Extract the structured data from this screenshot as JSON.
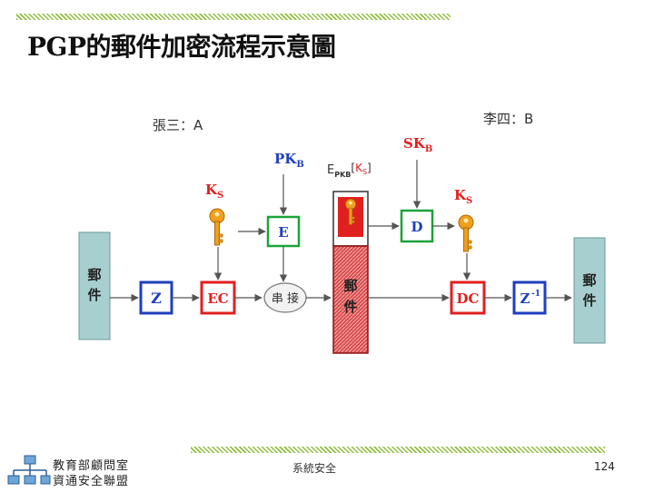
{
  "title": "PGP的郵件加密流程示意圖",
  "sender_label": "張三：A",
  "receiver_label": "李四：B",
  "mail_label": [
    "郵",
    "件"
  ],
  "keys": {
    "pkb_main": "PK",
    "pkb_sub": "B",
    "skb_main": "SK",
    "skb_sub": "B",
    "ks_main": "K",
    "ks_sub": "S",
    "epkb_main": "E",
    "epkb_sub": "PKB",
    "epkb_sub_sub": "B",
    "epkb_bracket_open": "[",
    "epkb_bracket_close": "]"
  },
  "boxes": {
    "z": "Z",
    "ec": "EC",
    "e": "E",
    "concat": "串 接",
    "d": "D",
    "dc": "DC",
    "zinv_main": "Z",
    "zinv_sup": "-1"
  },
  "footer": {
    "org_line1": "教育部顧問室",
    "org_line2": "資通安全聯盟",
    "center": "系統安全",
    "page": "124"
  },
  "colors": {
    "blue": "#1e3fbf",
    "red": "#e0201f",
    "green": "#1aa33a",
    "teal_fill": "#a8cfd0",
    "key_gold": "#f0a020",
    "hatch_green": "#8fbf3f"
  }
}
